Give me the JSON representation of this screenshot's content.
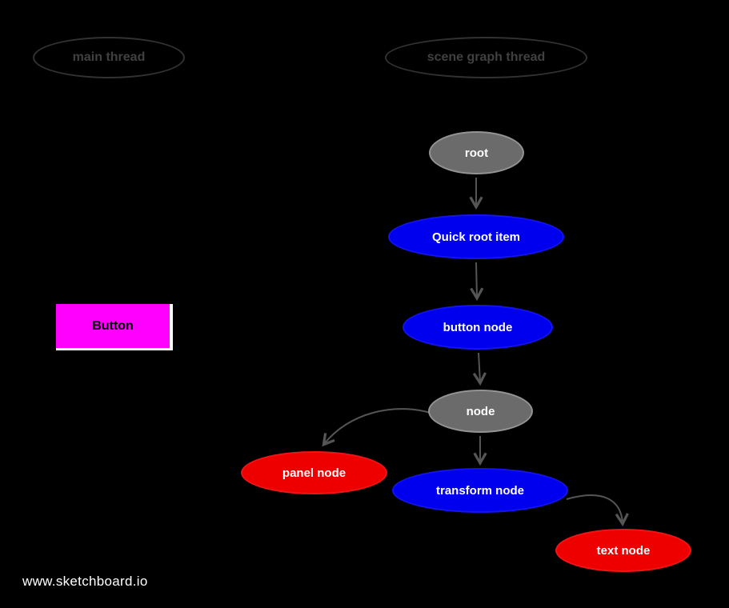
{
  "watermark": "www.sketchboard.io",
  "lanes": {
    "main_thread": {
      "label": "main thread"
    },
    "scene_graph_thread": {
      "label": "scene graph thread"
    }
  },
  "main_thread": {
    "button": {
      "label": "Button",
      "color": "#ff00ff"
    }
  },
  "scene_graph": {
    "nodes": {
      "root": {
        "label": "root",
        "color": "#6b6b6b"
      },
      "quick_root_item": {
        "label": "Quick root item",
        "color": "#0000ee"
      },
      "button_node": {
        "label": "button node",
        "color": "#0000ee"
      },
      "node": {
        "label": "node",
        "color": "#6b6b6b"
      },
      "panel_node": {
        "label": "panel node",
        "color": "#ee0000"
      },
      "transform_node": {
        "label": "transform node",
        "color": "#0000ee"
      },
      "text_node": {
        "label": "text node",
        "color": "#ee0000"
      }
    },
    "edges": [
      "root -> quick_root_item",
      "quick_root_item -> button_node",
      "button_node -> node",
      "node -> transform_node",
      "node -> panel_node",
      "transform_node -> text_node"
    ]
  },
  "colors": {
    "background": "#000000",
    "gray_node": "#6b6b6b",
    "blue_node": "#0000ee",
    "red_node": "#ee0000",
    "magenta_button": "#ff00ff",
    "edge_stroke": "#555555",
    "outline_label": "#404040",
    "watermark_text": "#ffffff"
  }
}
